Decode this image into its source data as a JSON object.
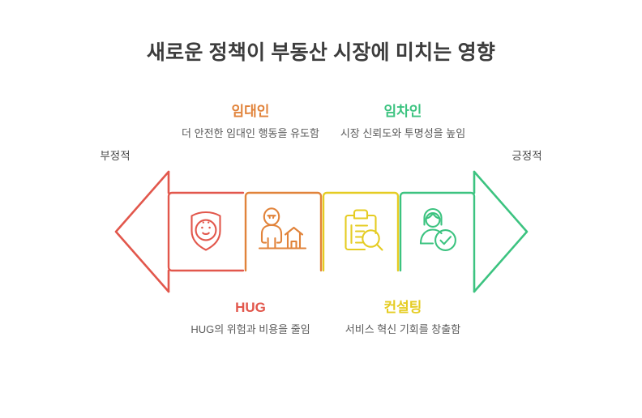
{
  "title": "새로운 정책이 부동산 시장에 미치는 영향",
  "axis": {
    "negative_label": "부정적",
    "positive_label": "긍정적"
  },
  "colors": {
    "red": "#E2574C",
    "orange": "#E1833A",
    "yellow": "#E5CC22",
    "green": "#3CC380",
    "title_text": "#3d3d3d",
    "body_text": "#5a5a5a",
    "background": "#ffffff"
  },
  "segments": [
    {
      "id": "hug",
      "label": "HUG",
      "description": "HUG의 위험과 비용을 줄임",
      "color": "#E2574C",
      "icon": "shield-baby-icon",
      "position": "bottom"
    },
    {
      "id": "landlord",
      "label": "임대인",
      "description": "더 안전한 임대인 행동을 유도함",
      "color": "#E1833A",
      "icon": "person-house-icon",
      "position": "top"
    },
    {
      "id": "consulting",
      "label": "컨설팅",
      "description": "서비스 혁신 기회를 창출함",
      "color": "#E5CC22",
      "icon": "clipboard-search-icon",
      "position": "bottom"
    },
    {
      "id": "tenant",
      "label": "임차인",
      "description": "시장 신뢰도와 투명성을 높임",
      "color": "#3CC380",
      "icon": "person-check-icon",
      "position": "top"
    }
  ]
}
